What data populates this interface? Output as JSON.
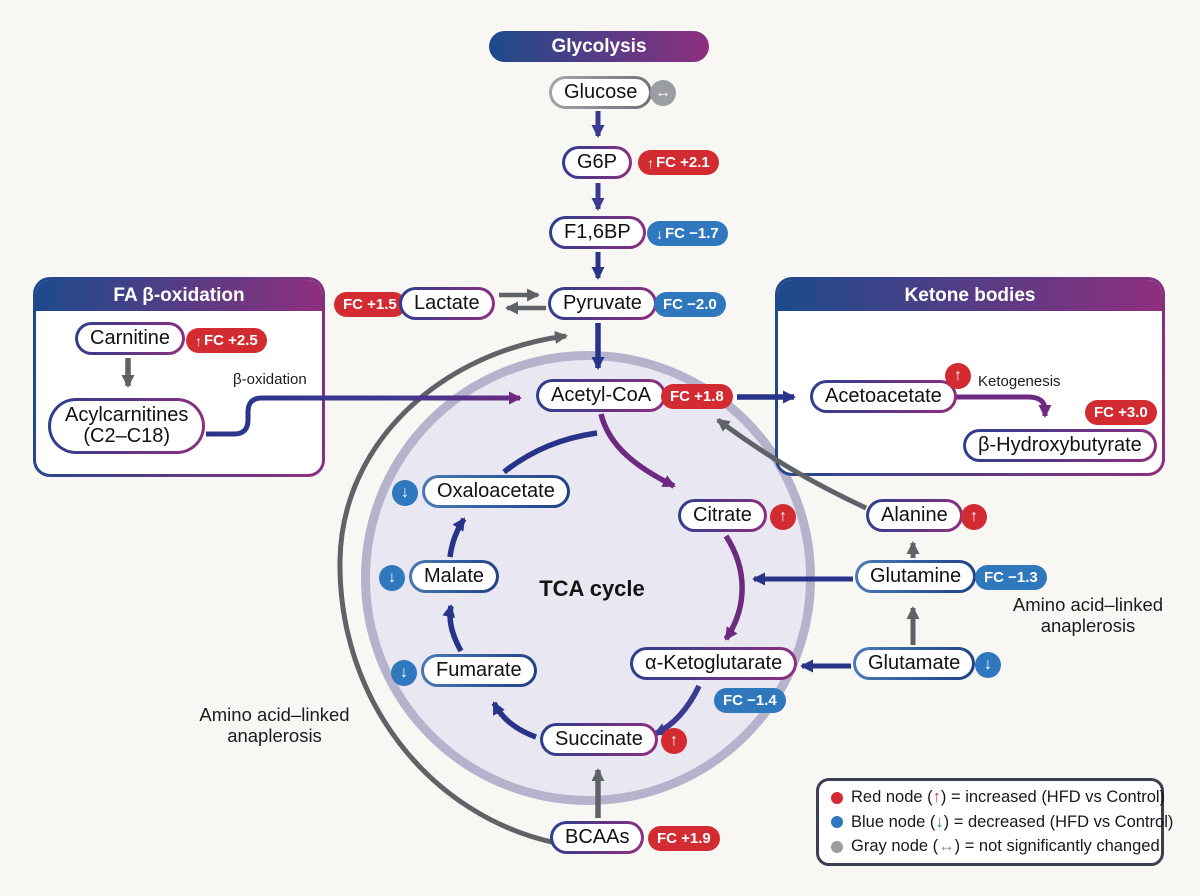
{
  "symbols": {
    "up": "↑",
    "down": "↓",
    "both": "↔"
  },
  "headers": {
    "glycolysis": "Glycolysis",
    "fa_oxidation": "FA β-oxidation",
    "ketone": "Ketone bodies"
  },
  "labels": {
    "tca": "TCA cycle",
    "beta_oxidation": "β-oxidation",
    "ketogenesis": "Ketogenesis",
    "anaplerosis_line1": "Amino acid–linked",
    "anaplerosis_line2": "anaplerosis"
  },
  "nodes": {
    "glucose": {
      "label": "Glucose",
      "status": "not significantly changed"
    },
    "g6p": {
      "label": "G6P",
      "fc_arrow": "↑",
      "fc": "FC +2.1",
      "status": "increased"
    },
    "f16bp": {
      "label": "F1,6BP",
      "fc_arrow": "↓",
      "fc": "FC −1.7",
      "status": "decreased"
    },
    "lactate": {
      "label": "Lactate",
      "fc": "FC +1.5",
      "status": "increased"
    },
    "pyruvate": {
      "label": "Pyruvate",
      "fc": "FC −2.0",
      "status": "decreased"
    },
    "carnitine": {
      "label": "Carnitine",
      "fc_arrow": "↑",
      "fc": "FC +2.5",
      "status": "increased"
    },
    "acylcarnitines": {
      "line1": "Acylcarnitines",
      "line2": "(C2–C18)"
    },
    "acetyl_coa": {
      "label": "Acetyl-CoA",
      "fc": "FC +1.8",
      "status": "increased"
    },
    "acetoacetate": {
      "label": "Acetoacetate",
      "status": "increased"
    },
    "bhb": {
      "label": "β-Hydroxybutyrate",
      "fc": "FC +3.0",
      "status": "increased"
    },
    "citrate": {
      "label": "Citrate",
      "status": "increased"
    },
    "akg": {
      "label": "α-Ketoglutarate",
      "fc": "FC −1.4",
      "status": "decreased"
    },
    "succinate": {
      "label": "Succinate",
      "status": "increased"
    },
    "fumarate": {
      "label": "Fumarate",
      "status": "decreased"
    },
    "malate": {
      "label": "Malate",
      "status": "decreased"
    },
    "oxaloacetate": {
      "label": "Oxaloacetate",
      "status": "decreased"
    },
    "alanine": {
      "label": "Alanine",
      "status": "increased"
    },
    "glutamine": {
      "label": "Glutamine",
      "fc": "FC −1.3",
      "status": "decreased"
    },
    "glutamate": {
      "label": "Glutamate",
      "status": "decreased"
    },
    "bcaas": {
      "label": "BCAAs",
      "fc": "FC +1.9",
      "status": "increased"
    }
  },
  "edges": [
    {
      "from": "Glucose",
      "to": "G6P"
    },
    {
      "from": "G6P",
      "to": "F1,6BP"
    },
    {
      "from": "F1,6BP",
      "to": "Pyruvate"
    },
    {
      "from": "Lactate",
      "to": "Pyruvate",
      "reversible": true
    },
    {
      "from": "Pyruvate",
      "to": "Acetyl-CoA"
    },
    {
      "from": "Carnitine",
      "to": "Acylcarnitines (C2–C18)"
    },
    {
      "from": "Acylcarnitines (C2–C18)",
      "to": "Acetyl-CoA",
      "label": "β-oxidation"
    },
    {
      "from": "Acetyl-CoA",
      "to": "Acetoacetate"
    },
    {
      "from": "Acetoacetate",
      "to": "β-Hydroxybutyrate",
      "label": "Ketogenesis"
    },
    {
      "from": "Acetyl-CoA",
      "to": "Citrate"
    },
    {
      "from": "Oxaloacetate",
      "to": "Citrate"
    },
    {
      "from": "Citrate",
      "to": "α-Ketoglutarate"
    },
    {
      "from": "α-Ketoglutarate",
      "to": "Succinate"
    },
    {
      "from": "Succinate",
      "to": "Fumarate"
    },
    {
      "from": "Fumarate",
      "to": "Malate"
    },
    {
      "from": "Malate",
      "to": "Oxaloacetate"
    },
    {
      "from": "Glutamine",
      "to": "TCA cycle"
    },
    {
      "from": "Glutamate",
      "to": "α-Ketoglutarate"
    },
    {
      "from": "Glutamate",
      "to": "Glutamine"
    },
    {
      "from": "Glutamine",
      "to": "Alanine"
    },
    {
      "from": "Alanine",
      "to": "Acetyl-CoA"
    },
    {
      "from": "BCAAs",
      "to": "Succinate"
    },
    {
      "from": "BCAAs",
      "to": "Pyruvate",
      "label": "Amino acid–linked anaplerosis"
    }
  ],
  "legend": {
    "items": [
      {
        "dot": "#d32b32",
        "prefix": "Red node (",
        "arrow": "↑",
        "suffix": ") = increased (HFD vs Control)"
      },
      {
        "dot": "#2f78bd",
        "prefix": "Blue node (",
        "arrow": "↓",
        "suffix": ") = decreased (HFD vs Control)"
      },
      {
        "dot": "#9a9da1",
        "prefix": "Gray node (",
        "arrow": "↔",
        "suffix": ") = not significantly changed"
      }
    ]
  },
  "colors": {
    "increased": "#d32b32",
    "decreased": "#2f78bd",
    "unchanged": "#9a9da1",
    "navy_arrow": "#28348a",
    "purple_arrow": "#6d2a80",
    "gray_arrow": "#5f6367",
    "tca_fill": "#e9e7f2",
    "tca_ring": "#b5b2cb",
    "header_gradient_left": "#1d4a8c",
    "header_gradient_right": "#8e2f7e"
  }
}
